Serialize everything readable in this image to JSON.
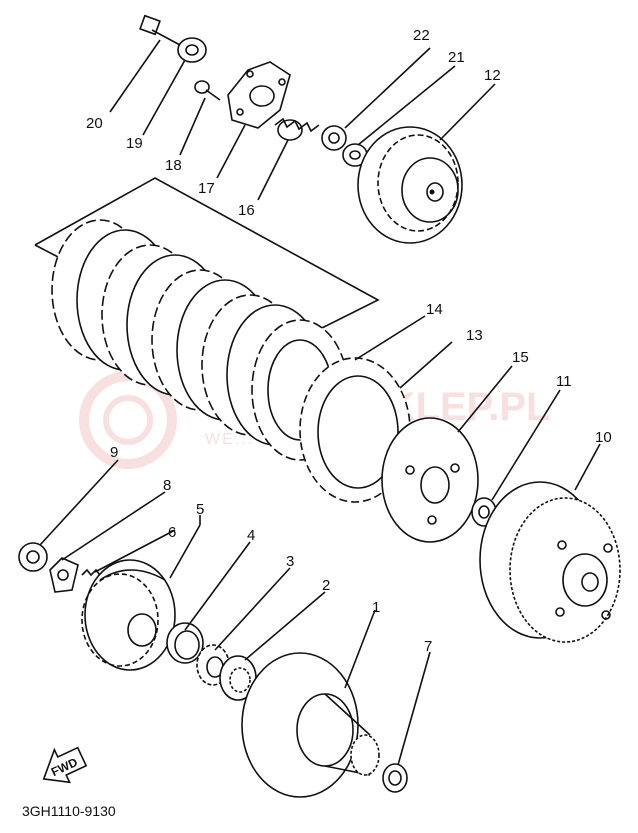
{
  "diagram": {
    "part_callouts": [
      "1",
      "2",
      "3",
      "4",
      "5",
      "6",
      "7",
      "8",
      "9",
      "10",
      "11",
      "12",
      "13",
      "14",
      "15",
      "16",
      "17",
      "18",
      "19",
      "20",
      "21",
      "22"
    ],
    "figure_code": "3GH1110-9130",
    "direction_label": "FWD",
    "watermark": {
      "main": "SKLEP.PL",
      "sub": "WE... CZ... YAMAHA"
    },
    "colors": {
      "ink": "#111111",
      "background": "#ffffff",
      "watermark": "#f2c7c7"
    }
  }
}
